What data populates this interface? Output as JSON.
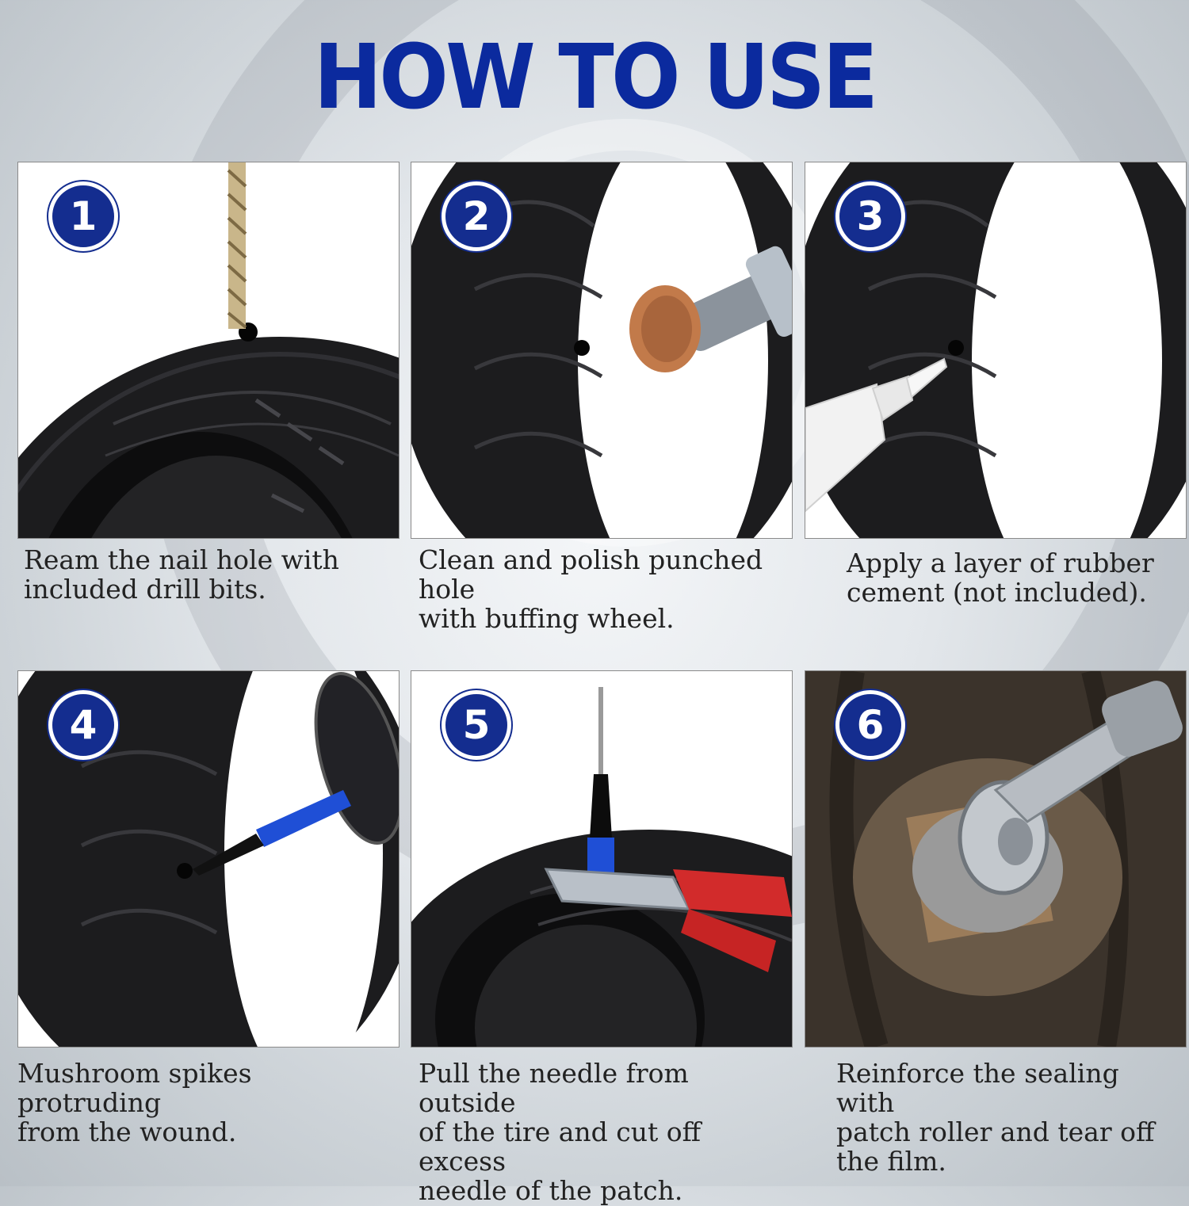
{
  "title": "HOW TO USE",
  "colors": {
    "title": "#0b2a9e",
    "badge": "#142d8f",
    "tire": "#1b1b1d"
  },
  "steps": [
    {
      "number": "1",
      "caption_line1": "Ream the nail hole with",
      "caption_line2": "included drill bits.",
      "caption_line3": "",
      "icon": "drill-bit-icon"
    },
    {
      "number": "2",
      "caption_line1": "Clean and polish punched hole",
      "caption_line2": "with buffing wheel.",
      "caption_line3": "",
      "icon": "buffing-wheel-icon"
    },
    {
      "number": "3",
      "caption_line1": "Apply a layer of rubber",
      "caption_line2": "cement (not included).",
      "caption_line3": "",
      "icon": "glue-bottle-icon"
    },
    {
      "number": "4",
      "caption_line1": "Mushroom spikes protruding",
      "caption_line2": "from the wound.",
      "caption_line3": "",
      "icon": "mushroom-patch-icon"
    },
    {
      "number": "5",
      "caption_line1": "Pull the needle from outside",
      "caption_line2": "of the tire and cut off excess",
      "caption_line3": "needle of the patch.",
      "icon": "pliers-icon"
    },
    {
      "number": "6",
      "caption_line1": "Reinforce the sealing with",
      "caption_line2": "patch roller and tear off",
      "caption_line3": "the film.",
      "icon": "patch-roller-icon"
    }
  ]
}
